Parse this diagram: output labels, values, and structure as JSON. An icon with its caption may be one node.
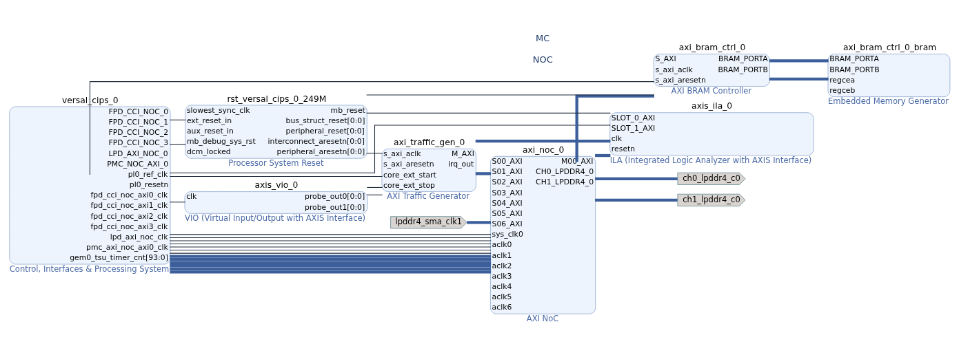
{
  "diagram": {
    "nodes": [
      {
        "text": [
          "versal_cips_0",
          "FPD_CCI_NOC_0",
          "FPD_CCI_NOC_1",
          "FPD_CCI_NOC_2",
          "FPD_CCI_NOC_3",
          "LPD_AXI_NOC_0",
          "PMC_NOC_AXI_0",
          "pl0_ref_clk",
          "pl0_resetn",
          "fpd_cci_noc_axi0_clk",
          "fpd_cci_noc_axi1_clk",
          "fpd_cci_noc_axi2_clk",
          "fpd_cci_noc_axi3_clk",
          "lpd_axi_noc_clk",
          "pmc_axi_noc_axi0_clk",
          "gem0_tsu_timer_cnt[93:0]",
          "Control, Interfaces & Processing System"
        ]
      },
      {
        "text": [
          "axi_noc_0",
          "S00_AXI",
          "S01_AXI",
          "S02_AXI",
          "S03_AXI",
          "S04_AXI",
          "S05_AXI",
          "S06_AXI",
          "sys_clk0",
          "aclk0",
          "aclk1",
          "aclk2",
          "aclk3",
          "aclk4",
          "aclk5",
          "aclk6",
          "M00_AXI",
          "CH0_LPDDR4_0",
          "CH1_LPDDR4_0",
          "AXI NoC"
        ]
      },
      {
        "text": [
          "ch0_lpddr4_c0"
        ]
      },
      {
        "text": [
          "ch1_lpddr4_c0"
        ]
      },
      {
        "text": [
          "axi_bram_ctrl_0",
          "S_AXI",
          "s_axi_aclk",
          "s_axi_aresetn",
          "BRAM_PORTA",
          "BRAM_PORTB",
          "AXI BRAM Controller"
        ]
      },
      {
        "text": [
          "axi_bram_ctrl_0_bram",
          "BRAM_PORTA",
          "BRAM_PORTB",
          "regcea",
          "regceb",
          "Embedded Memory Generator"
        ]
      },
      {
        "text": [
          "lpddr4_sma_clk1"
        ]
      },
      {
        "text": [
          "axis_ila_0",
          "SLOT_0_AXI",
          "SLOT_1_AXI",
          "clk",
          "resetn",
          "ILA (Integrated Logic Analyzer with AXIS Interface)"
        ]
      },
      {
        "text": [
          "axi_traffic_gen_0",
          "s_axi_aclk",
          "s_axi_aresetn",
          "core_ext_start",
          "core_ext_stop",
          "M_AXI",
          "irq_out",
          "AXI Traffic Generator"
        ]
      },
      {
        "text": [
          "axis_vio_0",
          "clk",
          "probe_out0[0:0]",
          "probe_out1[0:0]",
          "VIO (Virtual Input/Output with AXIS Interface)"
        ]
      },
      {
        "text": [
          "rst_versal_cips_0_249M",
          "slowest_sync_clk",
          "ext_reset_in",
          "aux_reset_in",
          "mb_debug_sys_rst",
          "dcm_locked",
          "mb_reset",
          "bus_struct_reset[0:0]",
          "peripheral_reset[0:0]",
          "interconnect_aresetn[0:0]",
          "peripheral_aresetn[0:0]",
          "Processor System Reset"
        ]
      }
    ],
    "edges": [
      {
        "from": 0,
        "to": 1,
        "arrow": "none",
        "style": "thick",
        "color": "#3c5f9c"
      },
      {
        "from": 0,
        "to": 1,
        "arrow": "none",
        "style": "thick",
        "color": "#3c5f9c"
      },
      {
        "from": 0,
        "to": 1,
        "arrow": "none",
        "style": "thick",
        "color": "#3c5f9c"
      },
      {
        "from": 0,
        "to": 1,
        "arrow": "none",
        "style": "thick",
        "color": "#3c5f9c"
      },
      {
        "from": 0,
        "to": 1,
        "arrow": "none",
        "style": "thick",
        "color": "#3c5f9c"
      },
      {
        "from": 0,
        "to": 1,
        "arrow": "none",
        "style": "thick",
        "color": "#3c5f9c"
      },
      {
        "from": 0,
        "to": 1,
        "arrow": "none"
      },
      {
        "from": 0,
        "to": 1,
        "arrow": "none"
      },
      {
        "from": 0,
        "to": 1,
        "arrow": "none"
      },
      {
        "from": 0,
        "to": 1,
        "arrow": "none"
      },
      {
        "from": 0,
        "to": 1,
        "arrow": "none"
      },
      {
        "from": 0,
        "to": 1,
        "arrow": "none"
      },
      {
        "from": 0,
        "to": 1,
        "arrow": "none"
      },
      {
        "from": 0,
        "to": 8,
        "arrow": "none"
      },
      {
        "from": 0,
        "to": 9,
        "arrow": "none"
      },
      {
        "from": 0,
        "to": 10,
        "arrow": "none"
      },
      {
        "from": 0,
        "to": 7,
        "arrow": "none"
      },
      {
        "from": 0,
        "to": 4,
        "arrow": "none"
      },
      {
        "from": 0,
        "to": 10,
        "arrow": "none"
      },
      {
        "from": 6,
        "to": 1,
        "arrow": "none",
        "style": "thick",
        "color": "#3c5f9c"
      },
      {
        "from": 10,
        "to": 8,
        "arrow": "none"
      },
      {
        "from": 10,
        "to": 7,
        "arrow": "none"
      },
      {
        "from": 10,
        "to": 4,
        "arrow": "none"
      },
      {
        "from": 9,
        "to": 8,
        "arrow": "none"
      },
      {
        "from": 9,
        "to": 8,
        "arrow": "none"
      },
      {
        "from": 8,
        "to": 1,
        "arrow": "none",
        "style": "thick",
        "color": "#3c5f9c"
      },
      {
        "from": 8,
        "to": 7,
        "arrow": "none",
        "style": "thick",
        "color": "#3c5f9c"
      },
      {
        "from": 1,
        "to": 4,
        "arrow": "none",
        "style": "thick",
        "color": "#3c5f9c"
      },
      {
        "from": 1,
        "to": 7,
        "arrow": "none",
        "style": "thick",
        "color": "#3c5f9c"
      },
      {
        "from": 1,
        "to": 2,
        "arrow": "none",
        "style": "thick",
        "color": "#3c5f9c"
      },
      {
        "from": 1,
        "to": 3,
        "arrow": "none",
        "style": "thick",
        "color": "#3c5f9c"
      },
      {
        "from": 4,
        "to": 5,
        "arrow": "none",
        "style": "thick",
        "color": "#3c5f9c"
      },
      {
        "from": 4,
        "to": 5,
        "arrow": "none",
        "style": "thick",
        "color": "#3c5f9c"
      }
    ],
    "labels": [
      "NOC",
      "MC"
    ]
  }
}
